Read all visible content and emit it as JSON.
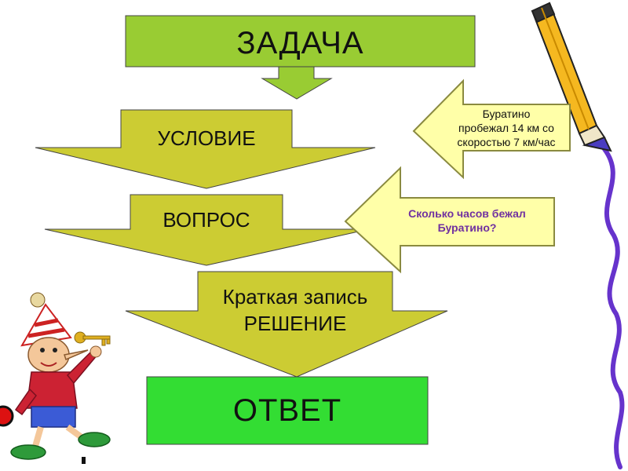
{
  "diagram": {
    "task_label": "ЗАДАЧА",
    "condition_label": "УСЛОВИЕ",
    "question_label": "ВОПРОС",
    "short_record_label": "Краткая запись",
    "solution_label": "РЕШЕНИЕ",
    "answer_label": "ОТВЕТ",
    "condition_callout": [
      "Буратино",
      "пробежал 14 км со",
      "скоростью 7 км/час"
    ],
    "question_callout": [
      "Сколько часов бежал",
      "Буратино?"
    ]
  },
  "colors": {
    "green_box": "#99cc33",
    "bright_green_box": "#33dd33",
    "yellow_arrow": "#cccc33",
    "callout_fill": "#ffffa8",
    "callout_border": "#8a8a40",
    "question_text": "#7030a0",
    "ribbon": "#6633cc",
    "pencil_body": "#f5b820",
    "pencil_tip": "#4a3dc0"
  },
  "illustrations": {
    "pencil": "pencil-icon",
    "ribbon": "wavy-ribbon-decoration",
    "character": "buratino-character-image"
  }
}
